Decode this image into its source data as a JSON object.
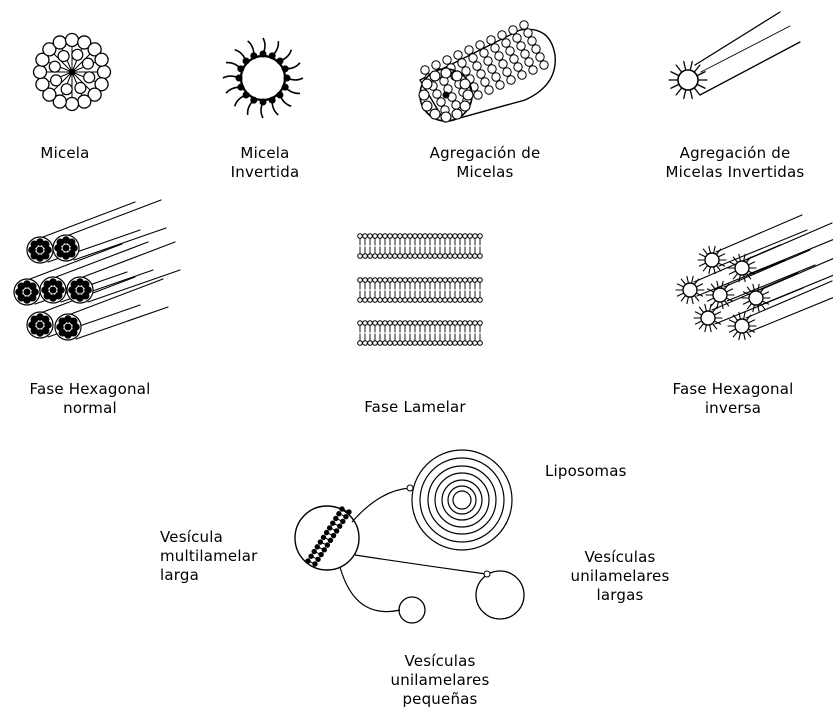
{
  "structures": [
    {
      "id": "micela",
      "label": "Micela",
      "icon": "micelle-icon"
    },
    {
      "id": "micela-invertida",
      "label": "Micela\nInvertida",
      "icon": "inverted-micelle-icon"
    },
    {
      "id": "agregacion-micelas",
      "label": "Agregación de\nMicelas",
      "icon": "micelle-aggregate-icon"
    },
    {
      "id": "agregacion-micelas-invertidas",
      "label": "Agregación de\nMicelas Invertidas",
      "icon": "inverted-micelle-aggregate-icon"
    },
    {
      "id": "fase-hexagonal-normal",
      "label": "Fase Hexagonal\nnormal",
      "icon": "hexagonal-phase-icon"
    },
    {
      "id": "fase-lamelar",
      "label": "Fase Lamelar",
      "icon": "lamellar-phase-icon"
    },
    {
      "id": "fase-hexagonal-inversa",
      "label": "Fase Hexagonal\ninversa",
      "icon": "inverse-hexagonal-phase-icon"
    }
  ],
  "liposome_group": {
    "liposomas": "Liposomas",
    "multilamelar": "Vesícula\nmultilamelar\nlarga",
    "unilamelares_largas": "Vesículas\nunilamelares\nlargas",
    "unilamelares_pequenas": "Vesículas\nunilamelares\npequeñas"
  },
  "colors": {
    "ink": "#000000",
    "background": "#ffffff"
  }
}
